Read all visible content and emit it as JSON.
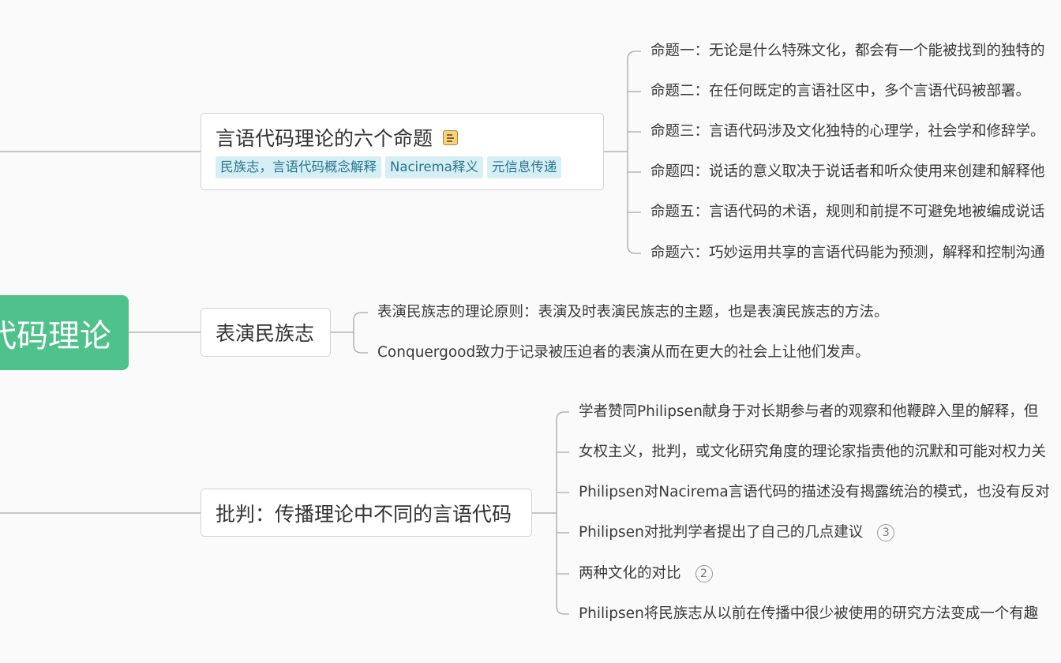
{
  "colors": {
    "background": "#fafafa",
    "central_fill": "#4fc28b",
    "label_fill": "#d6eff4",
    "label_text": "#2a7590",
    "line": "#a8a8a8"
  },
  "central": {
    "text": "代码理论"
  },
  "branches": {
    "propositions": {
      "title": "言语代码理论的六个命题",
      "icon": "note-icon",
      "labels": [
        "民族志，言语代码概念解释",
        "Nacirema释义",
        "元信息传递"
      ],
      "children": [
        "命题一：无论是什么特殊文化，都会有一个能被找到的独特的",
        "命题二：在任何既定的言语社区中，多个言语代码被部署。",
        "命题三：言语代码涉及文化独特的心理学，社会学和修辞学。",
        "命题四：说话的意义取决于说话者和听众使用来创建和解释他",
        "命题五：言语代码的术语，规则和前提不可避免地被编成说话",
        "命题六：巧妙运用共享的言语代码能为预测，解释和控制沟通"
      ]
    },
    "performance": {
      "title": "表演民族志",
      "children": [
        "表演民族志的理论原则：表演及时表演民族志的主题，也是表演民族志的方法。",
        "Conquergood致力于记录被压迫者的表演从而在更大的社会上让他们发声。"
      ]
    },
    "critique": {
      "title": "批判：传播理论中不同的言语代码",
      "children": [
        {
          "text": "学者赞同Philipsen献身于对长期参与者的观察和他鞭辟入里的解释，但"
        },
        {
          "text": "女权主义，批判，或文化研究角度的理论家指责他的沉默和可能对权力关"
        },
        {
          "text": "Philipsen对Nacirema言语代码的描述没有揭露统治的模式，也没有反对"
        },
        {
          "text": "Philipsen对批判学者提出了自己的几点建议",
          "count": "3"
        },
        {
          "text": "两种文化的对比",
          "count": "2"
        },
        {
          "text": "Philipsen将民族志从以前在传播中很少被使用的研究方法变成一个有趣"
        }
      ]
    }
  }
}
